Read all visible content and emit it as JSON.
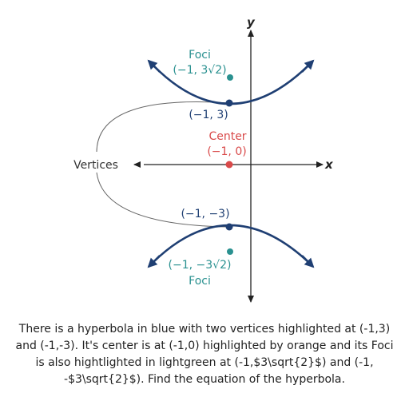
{
  "axes": {
    "x_label": "x",
    "y_label": "y"
  },
  "labels": {
    "foci_top_word": "Foci",
    "foci_top_coord": "(−1, 3√2)",
    "vertex_top": "(−1, 3)",
    "center_word": "Center",
    "center_coord": "(−1, 0)",
    "vertices_word": "Vertices",
    "vertex_bottom": "(−1, −3)",
    "foci_bottom_coord": "(−1, −3√2)",
    "foci_bottom_word": "Foci"
  },
  "colors": {
    "hyperbola": "#1f3f73",
    "vertex": "#1f3f73",
    "center": "#d94a4a",
    "focus": "#2a9190",
    "axis": "#222222",
    "connector": "#666666"
  },
  "caption": "There is a hyperbola in blue with two vertices highlighted at (-1,3) and (-1,-3). It's center is at (-1,0) highlighted by orange and its Foci is also hightlighted in lightgreen at (-1,$3\\sqrt{2}$) and (-1, -$3\\sqrt{2}$). Find the equation of the hyperbola."
}
